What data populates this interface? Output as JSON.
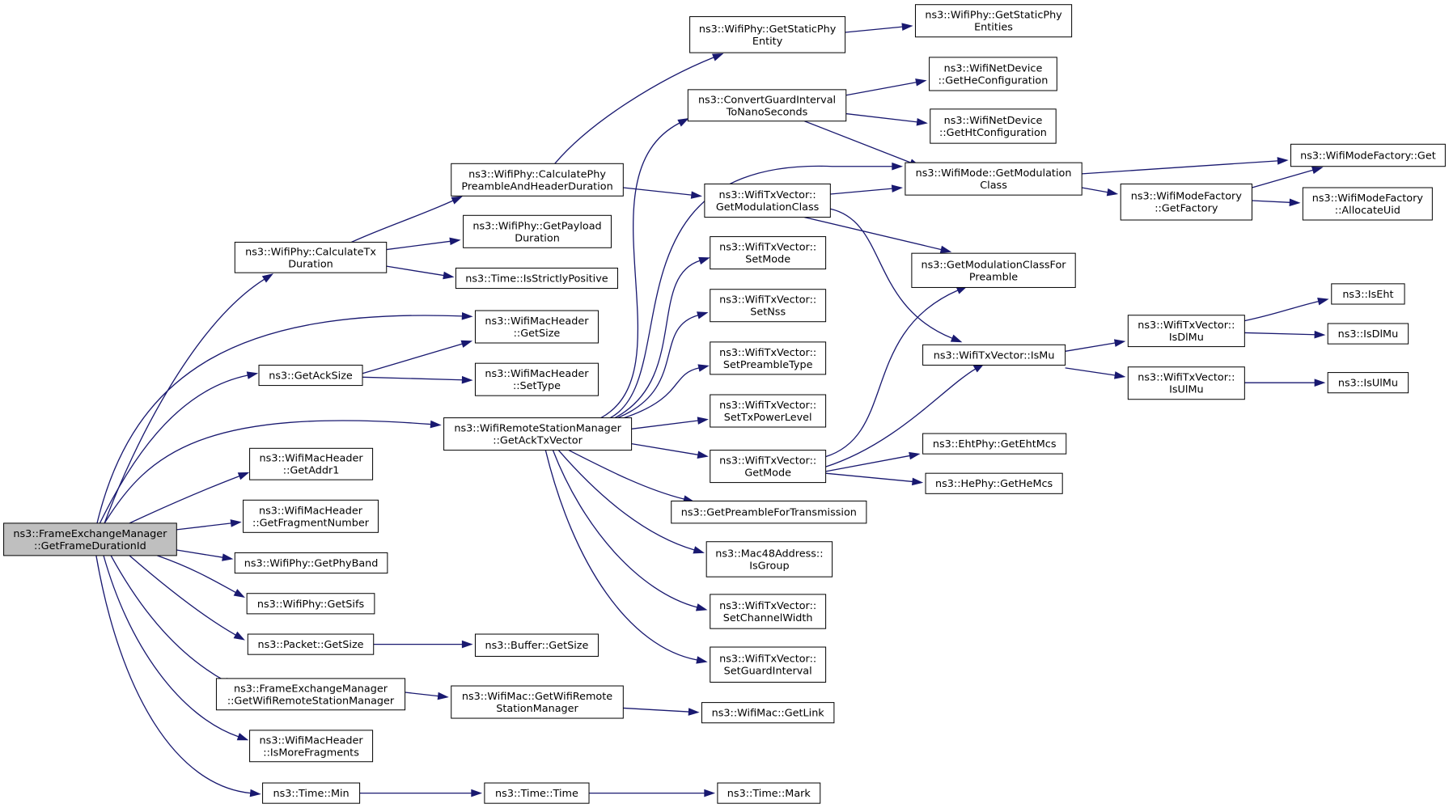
{
  "root_id": "n0",
  "colors": {
    "edge": "#191970",
    "root_fill": "#bfbfbf",
    "node_fill": "#ffffff",
    "border": "#000000"
  },
  "nodes": [
    {
      "id": "n0",
      "lines": [
        "ns3::FrameExchangeManager",
        "::GetFrameDurationId"
      ]
    },
    {
      "id": "n1",
      "lines": [
        "ns3::WifiPhy::CalculateTx",
        "Duration"
      ]
    },
    {
      "id": "n2",
      "lines": [
        "ns3::WifiMacHeader",
        "::GetSize"
      ]
    },
    {
      "id": "n3",
      "lines": [
        "ns3::GetAckSize"
      ]
    },
    {
      "id": "n4",
      "lines": [
        "ns3::WifiRemoteStationManager",
        "::GetAckTxVector"
      ]
    },
    {
      "id": "n5",
      "lines": [
        "ns3::WifiMacHeader",
        "::GetAddr1"
      ]
    },
    {
      "id": "n6",
      "lines": [
        "ns3::WifiMacHeader",
        "::GetFragmentNumber"
      ]
    },
    {
      "id": "n7",
      "lines": [
        "ns3::WifiPhy::GetPhyBand"
      ]
    },
    {
      "id": "n8",
      "lines": [
        "ns3::WifiPhy::GetSifs"
      ]
    },
    {
      "id": "n9",
      "lines": [
        "ns3::Packet::GetSize"
      ]
    },
    {
      "id": "n10",
      "lines": [
        "ns3::FrameExchangeManager",
        "::GetWifiRemoteStationManager"
      ]
    },
    {
      "id": "n11",
      "lines": [
        "ns3::WifiMacHeader",
        "::IsMoreFragments"
      ]
    },
    {
      "id": "n12",
      "lines": [
        "ns3::Time::Min"
      ]
    },
    {
      "id": "n13",
      "lines": [
        "ns3::WifiPhy::CalculatePhy",
        "PreambleAndHeaderDuration"
      ]
    },
    {
      "id": "n14",
      "lines": [
        "ns3::WifiPhy::GetPayload",
        "Duration"
      ]
    },
    {
      "id": "n15",
      "lines": [
        "ns3::Time::IsStrictlyPositive"
      ]
    },
    {
      "id": "n16",
      "lines": [
        "ns3::WifiMacHeader",
        "::SetType"
      ]
    },
    {
      "id": "n17",
      "lines": [
        "ns3::Buffer::GetSize"
      ]
    },
    {
      "id": "n18",
      "lines": [
        "ns3::WifiMac::GetWifiRemote",
        "StationManager"
      ]
    },
    {
      "id": "n19",
      "lines": [
        "ns3::Time::Time"
      ]
    },
    {
      "id": "n20",
      "lines": [
        "ns3::WifiPhy::GetStaticPhy",
        "Entity"
      ]
    },
    {
      "id": "n21",
      "lines": [
        "ns3::ConvertGuardInterval",
        "ToNanoSeconds"
      ]
    },
    {
      "id": "n22",
      "lines": [
        "ns3::WifiTxVector::",
        "GetModulationClass"
      ]
    },
    {
      "id": "n23",
      "lines": [
        "ns3::WifiTxVector::",
        "SetMode"
      ]
    },
    {
      "id": "n24",
      "lines": [
        "ns3::WifiTxVector::",
        "SetNss"
      ]
    },
    {
      "id": "n25",
      "lines": [
        "ns3::WifiTxVector::",
        "SetPreambleType"
      ]
    },
    {
      "id": "n26",
      "lines": [
        "ns3::WifiTxVector::",
        "SetTxPowerLevel"
      ]
    },
    {
      "id": "n27",
      "lines": [
        "ns3::WifiTxVector::",
        "GetMode"
      ]
    },
    {
      "id": "n28",
      "lines": [
        "ns3::GetPreambleForTransmission"
      ]
    },
    {
      "id": "n29",
      "lines": [
        "ns3::Mac48Address::",
        "IsGroup"
      ]
    },
    {
      "id": "n30",
      "lines": [
        "ns3::WifiTxVector::",
        "SetChannelWidth"
      ]
    },
    {
      "id": "n31",
      "lines": [
        "ns3::WifiTxVector::",
        "SetGuardInterval"
      ]
    },
    {
      "id": "n32",
      "lines": [
        "ns3::WifiMac::GetLink"
      ]
    },
    {
      "id": "n33",
      "lines": [
        "ns3::Time::Mark"
      ]
    },
    {
      "id": "n34",
      "lines": [
        "ns3::WifiPhy::GetStaticPhy",
        "Entities"
      ]
    },
    {
      "id": "n35",
      "lines": [
        "ns3::WifiNetDevice",
        "::GetHeConfiguration"
      ]
    },
    {
      "id": "n36",
      "lines": [
        "ns3::WifiNetDevice",
        "::GetHtConfiguration"
      ]
    },
    {
      "id": "n37",
      "lines": [
        "ns3::WifiMode::GetModulation",
        "Class"
      ]
    },
    {
      "id": "n38",
      "lines": [
        "ns3::GetModulationClassFor",
        "Preamble"
      ]
    },
    {
      "id": "n39",
      "lines": [
        "ns3::WifiTxVector::IsMu"
      ]
    },
    {
      "id": "n40",
      "lines": [
        "ns3::EhtPhy::GetEhtMcs"
      ]
    },
    {
      "id": "n41",
      "lines": [
        "ns3::HePhy::GetHeMcs"
      ]
    },
    {
      "id": "n42",
      "lines": [
        "ns3::WifiModeFactory::Get"
      ]
    },
    {
      "id": "n43",
      "lines": [
        "ns3::WifiModeFactory",
        "::GetFactory"
      ]
    },
    {
      "id": "n44",
      "lines": [
        "ns3::WifiModeFactory",
        "::AllocateUid"
      ]
    },
    {
      "id": "n45",
      "lines": [
        "ns3::WifiTxVector::",
        "IsDlMu"
      ]
    },
    {
      "id": "n46",
      "lines": [
        "ns3::WifiTxVector::",
        "IsUlMu"
      ]
    },
    {
      "id": "n47",
      "lines": [
        "ns3::IsEht"
      ]
    },
    {
      "id": "n48",
      "lines": [
        "ns3::IsDlMu"
      ]
    },
    {
      "id": "n49",
      "lines": [
        "ns3::IsUlMu"
      ]
    }
  ],
  "edges": [
    [
      "n0",
      "n1"
    ],
    [
      "n0",
      "n2"
    ],
    [
      "n0",
      "n3"
    ],
    [
      "n0",
      "n4"
    ],
    [
      "n0",
      "n5"
    ],
    [
      "n0",
      "n6"
    ],
    [
      "n0",
      "n7"
    ],
    [
      "n0",
      "n8"
    ],
    [
      "n0",
      "n9"
    ],
    [
      "n0",
      "n10"
    ],
    [
      "n0",
      "n11"
    ],
    [
      "n0",
      "n12"
    ],
    [
      "n1",
      "n13"
    ],
    [
      "n1",
      "n14"
    ],
    [
      "n1",
      "n15"
    ],
    [
      "n3",
      "n2"
    ],
    [
      "n3",
      "n16"
    ],
    [
      "n4",
      "n21"
    ],
    [
      "n4",
      "n37"
    ],
    [
      "n4",
      "n23"
    ],
    [
      "n4",
      "n24"
    ],
    [
      "n4",
      "n25"
    ],
    [
      "n4",
      "n26"
    ],
    [
      "n4",
      "n27"
    ],
    [
      "n4",
      "n28"
    ],
    [
      "n4",
      "n29"
    ],
    [
      "n4",
      "n30"
    ],
    [
      "n4",
      "n31"
    ],
    [
      "n9",
      "n17"
    ],
    [
      "n10",
      "n18"
    ],
    [
      "n18",
      "n32"
    ],
    [
      "n12",
      "n19"
    ],
    [
      "n19",
      "n33"
    ],
    [
      "n13",
      "n20"
    ],
    [
      "n13",
      "n22"
    ],
    [
      "n20",
      "n34"
    ],
    [
      "n21",
      "n35"
    ],
    [
      "n21",
      "n36"
    ],
    [
      "n21",
      "n37"
    ],
    [
      "n22",
      "n37"
    ],
    [
      "n22",
      "n38"
    ],
    [
      "n22",
      "n39"
    ],
    [
      "n27",
      "n38"
    ],
    [
      "n27",
      "n39"
    ],
    [
      "n27",
      "n40"
    ],
    [
      "n27",
      "n41"
    ],
    [
      "n37",
      "n42"
    ],
    [
      "n37",
      "n43"
    ],
    [
      "n43",
      "n42"
    ],
    [
      "n43",
      "n44"
    ],
    [
      "n39",
      "n45"
    ],
    [
      "n39",
      "n46"
    ],
    [
      "n45",
      "n47"
    ],
    [
      "n45",
      "n48"
    ],
    [
      "n46",
      "n49"
    ]
  ]
}
